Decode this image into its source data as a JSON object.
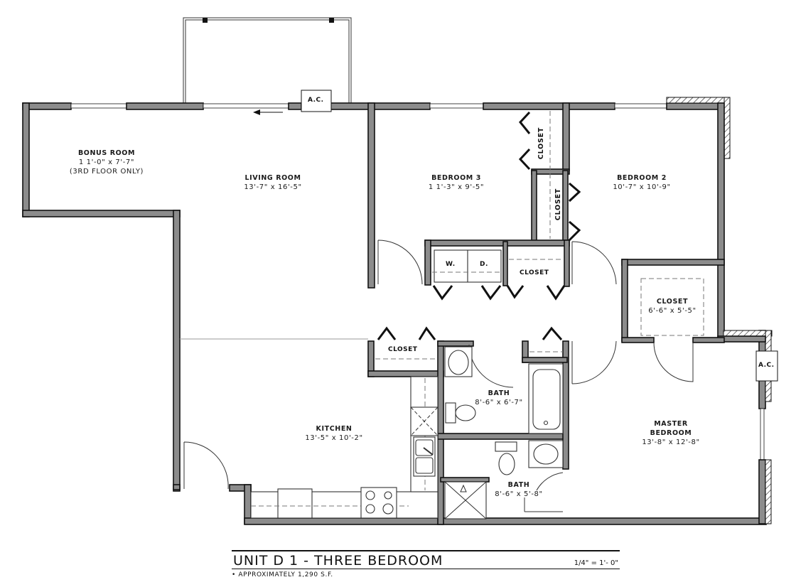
{
  "plan": {
    "unit_title": "UNIT D 1 - THREE BEDROOM",
    "scale": "1/4\" = 1'- 0\"",
    "note": "• APPROXIMATELY 1,290 S.F."
  },
  "rooms": {
    "bonus": {
      "name": "BONUS ROOM",
      "dims": "1 1'-0\" x 7'-7\"",
      "extra": "(3RD FLOOR ONLY)"
    },
    "living": {
      "name": "LIVING ROOM",
      "dims": "13'-7\" x 16'-5\""
    },
    "bedroom3": {
      "name": "BEDROOM 3",
      "dims": "1 1'-3\" x 9'-5\""
    },
    "bedroom2": {
      "name": "BEDROOM 2",
      "dims": "10'-7\" x 10'-9\""
    },
    "kitchen": {
      "name": "KITCHEN",
      "dims": "13'-5\" x 10'-2\""
    },
    "bath1": {
      "name": "BATH",
      "dims": "8'-6\" x 6'-7\""
    },
    "bath2": {
      "name": "BATH",
      "dims": "8'-6\" x 5'-8\""
    },
    "master": {
      "name": "MASTER",
      "name2": "BEDROOM",
      "dims": "13'-8\" x 12'-8\""
    },
    "master_closet": {
      "name": "CLOSET",
      "dims": "6'-6\" x 5'-5\""
    }
  },
  "tags": {
    "closet_b3": "CLOSET",
    "closet_b2": "CLOSET",
    "closet_hall": "CLOSET",
    "closet_kitchen": "CLOSET",
    "washer": "W.",
    "dryer": "D.",
    "ac_top": "A.C.",
    "ac_right": "A.C."
  },
  "colors": {
    "wall_fill": "#8c8c8c",
    "line": "#111111",
    "background": "#ffffff"
  }
}
